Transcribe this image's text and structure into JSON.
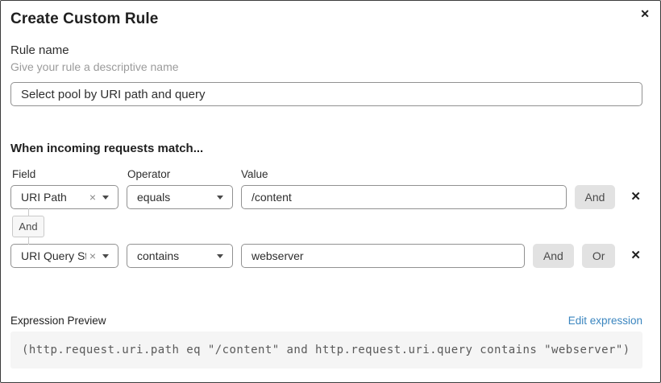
{
  "dialog": {
    "title": "Create Custom Rule"
  },
  "icons": {
    "close": "✕",
    "remove": "✕",
    "clear": "×"
  },
  "rule_name": {
    "label": "Rule name",
    "help": "Give your rule a descriptive name",
    "value": "Select pool by URI path and query"
  },
  "matcher": {
    "heading": "When incoming requests match...",
    "labels": {
      "field": "Field",
      "operator": "Operator",
      "value": "Value"
    },
    "joiner": "And",
    "rows": [
      {
        "field": "URI Path",
        "operator": "equals",
        "value": "/content",
        "connectors": [
          "And"
        ]
      },
      {
        "field": "URI Query St...",
        "operator": "contains",
        "value": "webserver",
        "connectors": [
          "And",
          "Or"
        ]
      }
    ]
  },
  "expression": {
    "label": "Expression Preview",
    "edit_link": "Edit expression",
    "code": "(http.request.uri.path eq \"/content\" and http.request.uri.query contains \"webserver\")"
  },
  "colors": {
    "link_blue": "#3a85bf",
    "button_bg": "#e2e2e2",
    "code_bg": "#f5f5f5",
    "input_border": "#919191"
  }
}
